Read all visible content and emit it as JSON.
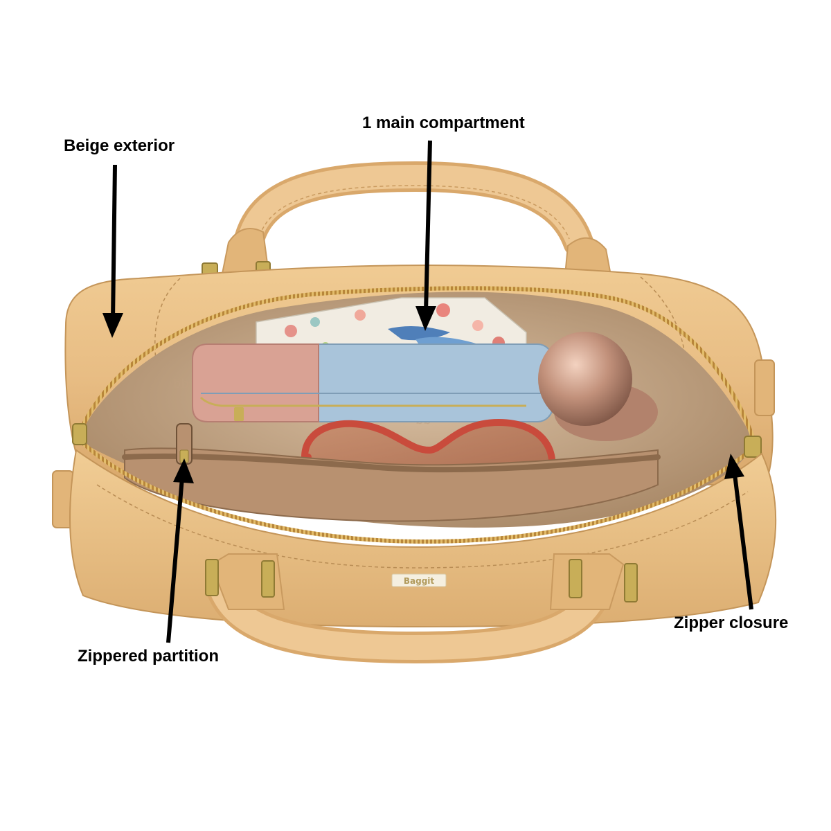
{
  "callouts": {
    "exterior": "Beige exterior",
    "compartment": "1 main compartment",
    "partition": "Zippered partition",
    "closure": "Zipper closure"
  },
  "colors": {
    "exterior": "#E8BE86",
    "lining": "#C8A98A",
    "zipper": "#C9A04B",
    "hardware": "#C8AE58",
    "wallet_blue": "#A9C4DA",
    "wallet_pink": "#D9A294",
    "sunglasses": "#C94B3C",
    "compact": "#B98A76"
  },
  "icons": [
    "arrow-down-icon"
  ],
  "brand_mark": "Baggit"
}
